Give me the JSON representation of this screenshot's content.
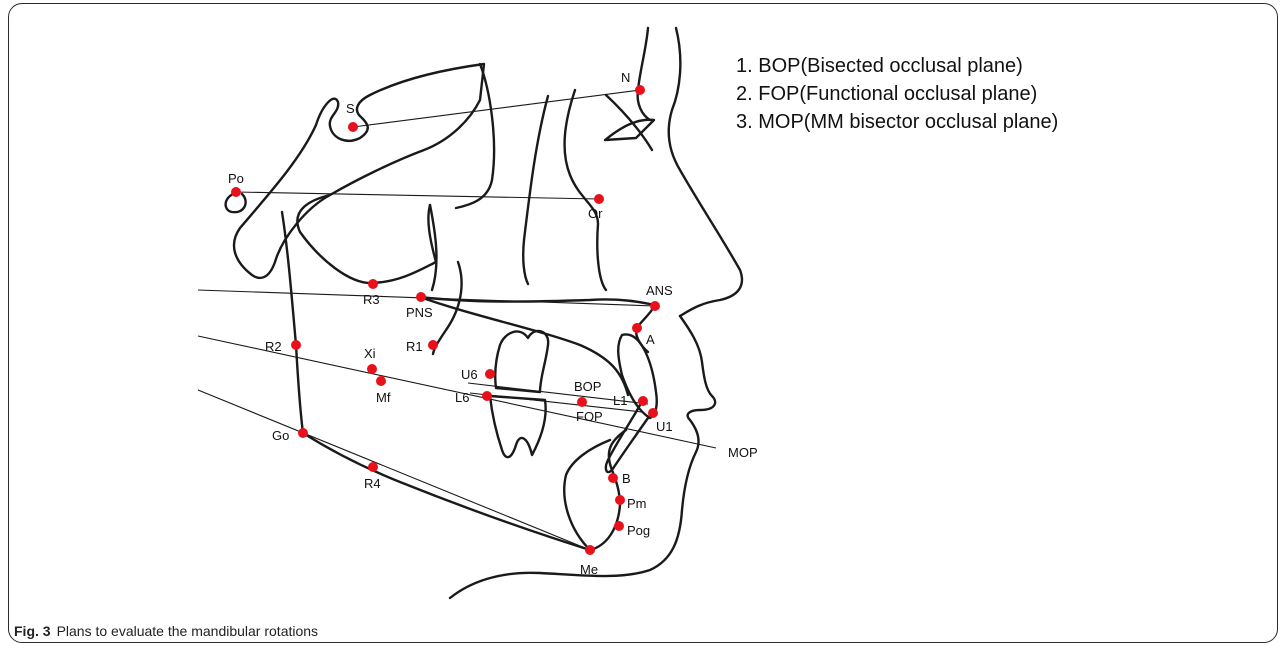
{
  "legend": {
    "items": [
      "1. BOP(Bisected occlusal plane)",
      "2. FOP(Functional occlusal plane)",
      "3. MOP(MM bisector occlusal plane)"
    ]
  },
  "landmarks": {
    "N": "N",
    "S": "S",
    "Po": "Po",
    "Or": "Or",
    "ANS": "ANS",
    "PNS": "PNS",
    "A": "A",
    "R1": "R1",
    "R2": "R2",
    "R3": "R3",
    "R4": "R4",
    "Xi": "Xi",
    "Mf": "Mf",
    "U6": "U6",
    "L6": "L6",
    "BOP": "BOP",
    "FOP": "FOP",
    "L1": "L1",
    "U1": "U1",
    "MOP": "MOP",
    "Go": "Go",
    "B": "B",
    "Pm": "Pm",
    "Pog": "Pog",
    "Me": "Me"
  },
  "caption": {
    "label": "Fig. 3",
    "text": "Plans to evaluate the mandibular rotations"
  },
  "colors": {
    "landmark": "#e8111b",
    "line": "#1a1a1a"
  }
}
